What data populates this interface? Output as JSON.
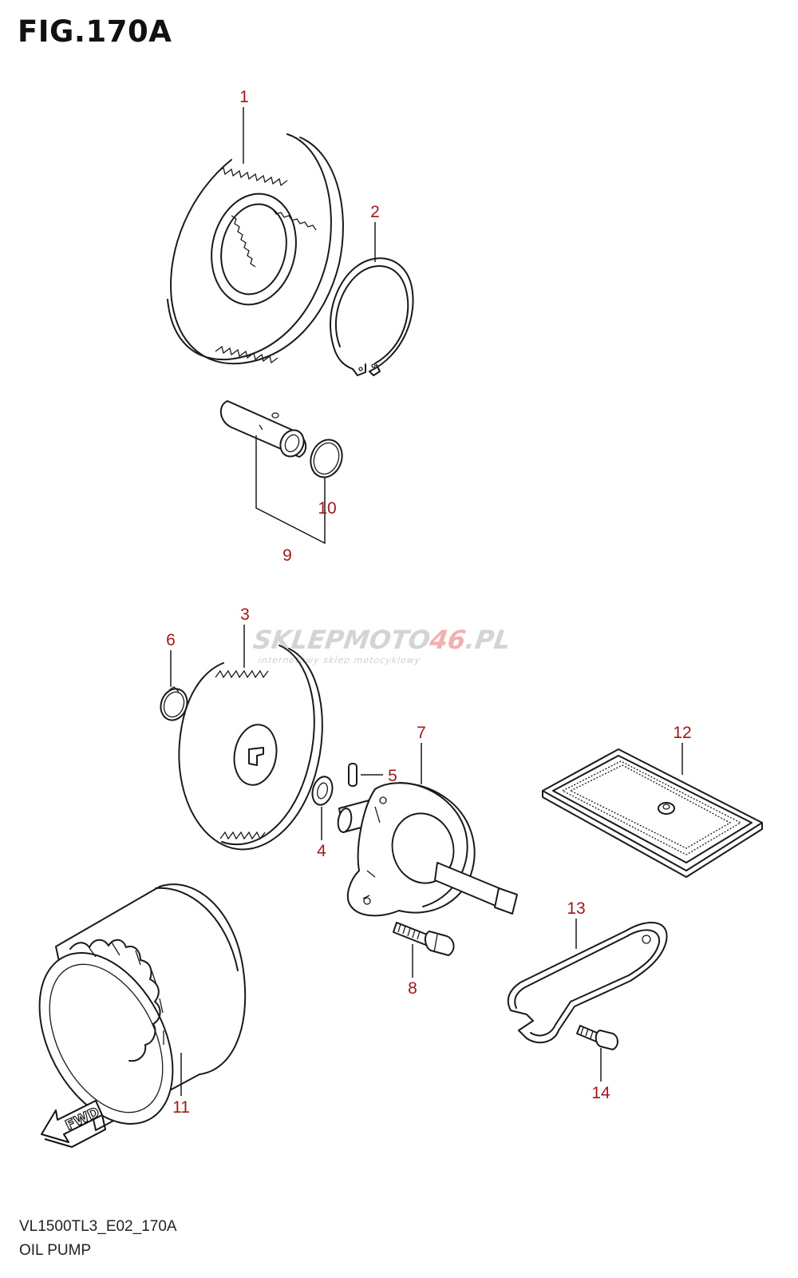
{
  "figure": {
    "title": "FIG.170A",
    "code": "VL1500TL3_E02_170A",
    "name": "OIL PUMP"
  },
  "watermark": {
    "brand_a": "SKLEP",
    "brand_b": "MOTO",
    "brand_c": "46",
    "brand_d": ".PL",
    "tagline": "internetowy sklep motocyklowy"
  },
  "fwd_label": "FWD",
  "callouts": [
    "1",
    "2",
    "3",
    "4",
    "5",
    "6",
    "7",
    "8",
    "9",
    "10",
    "11",
    "12",
    "13",
    "14"
  ],
  "colors": {
    "callout": "#a01818",
    "line": "#1a1a1a",
    "watermark_accent": "#f3b0b0"
  }
}
